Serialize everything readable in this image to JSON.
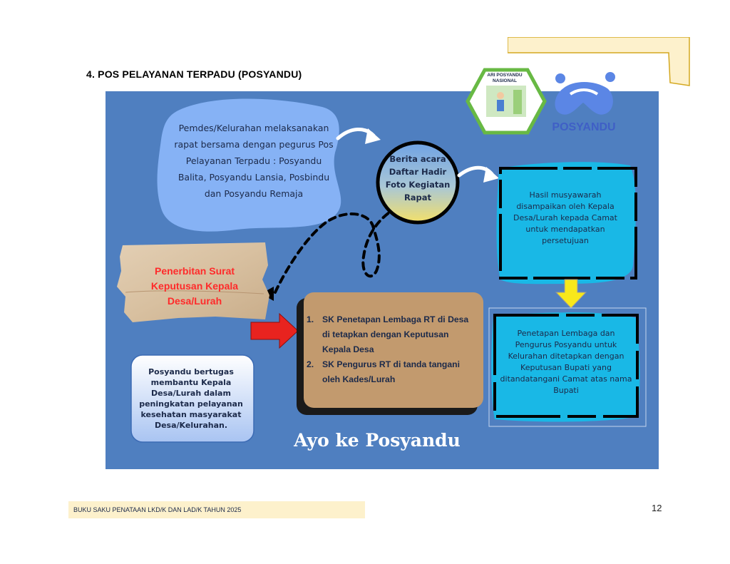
{
  "section": {
    "title": "4.   POS PELAYANAN TERPADU (POSYANDU)"
  },
  "logos": {
    "badge_text": "ARI POSYANDU NASIONAL",
    "posyandu_text": "POSYANDU"
  },
  "infographic": {
    "cloud_text": "Pemdes/Kelurahan melaksanakan rapat bersama dengan pegurus Pos Pelayanan Terpadu : Posyandu Balita, Posyandu Lansia, Posbindu dan Posyandu Remaja",
    "circle_text": "Berita acara Daftar Hadir Foto Kegiatan Rapat",
    "result_text": "Hasil musyawarah disampaikan oleh Kepala Desa/Lurah kepada Camat untuk mendapatkan persetujuan",
    "paper_text": "Penerbitan Surat Keputusan Kepala Desa/Lurah",
    "sk_items": [
      {
        "num": "1.",
        "text": "SK Penetapan Lembaga RT di Desa di tetapkan dengan Keputusan Kepala Desa"
      },
      {
        "num": "2.",
        "text": "SK Pengurus RT di tanda tangani oleh Kades/Lurah"
      }
    ],
    "duty_text": "Posyandu bertugas membantu Kepala Desa/Lurah dalam peningkatan pelayanan kesehatan masyarakat Desa/Kelurahan.",
    "final_text": "Penetapan Lembaga dan Pengurus Posyandu untuk Kelurahan ditetapkan dengan Keputusan Bupati yang ditandatangani Camat atas nama Bupati",
    "slogan": "Ayo ke Posyandu"
  },
  "footer": {
    "text": "BUKU SAKU PENATAAN LKD/K DAN LAD/K  TAHUN 2025",
    "page_number": "12"
  },
  "colors": {
    "background_blue": "#4f7fc0",
    "cyan_box": "#19b8e6",
    "tan_box": "#c29a6e",
    "yellow_arrow": "#f7e81b",
    "red_arrow": "#e8231f",
    "footer_band": "#fdf1cc"
  }
}
